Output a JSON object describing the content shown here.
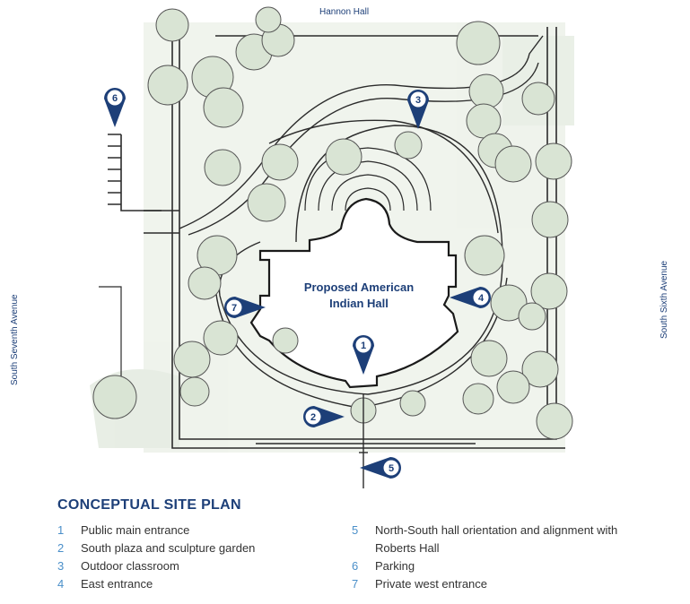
{
  "streets": {
    "top": "Hannon Hall",
    "left": "South Seventh Avenue",
    "right": "South Sixth Avenue"
  },
  "hall_label": {
    "line1": "Proposed American",
    "line2": "Indian Hall"
  },
  "markers": [
    {
      "num": "1",
      "direction": "down"
    },
    {
      "num": "2",
      "direction": "right"
    },
    {
      "num": "3",
      "direction": "down"
    },
    {
      "num": "4",
      "direction": "left"
    },
    {
      "num": "5",
      "direction": "left"
    },
    {
      "num": "6",
      "direction": "down"
    },
    {
      "num": "7",
      "direction": "right"
    }
  ],
  "legend": {
    "title": "CONCEPTUAL SITE PLAN",
    "items": [
      {
        "num": "1",
        "text": "Public main entrance"
      },
      {
        "num": "2",
        "text": "South plaza and sculpture garden"
      },
      {
        "num": "3",
        "text": "Outdoor classroom"
      },
      {
        "num": "4",
        "text": "East entrance"
      },
      {
        "num": "5",
        "text": "North-South hall orientation and alignment with Roberts Hall"
      },
      {
        "num": "6",
        "text": "Parking"
      },
      {
        "num": "7",
        "text": "Private west entrance"
      }
    ]
  },
  "colors": {
    "marker": "#1d3f78",
    "legend_number": "#4a8fc9",
    "vegetation": "#c9d6c2",
    "sketch_line": "#2b2b2b"
  }
}
